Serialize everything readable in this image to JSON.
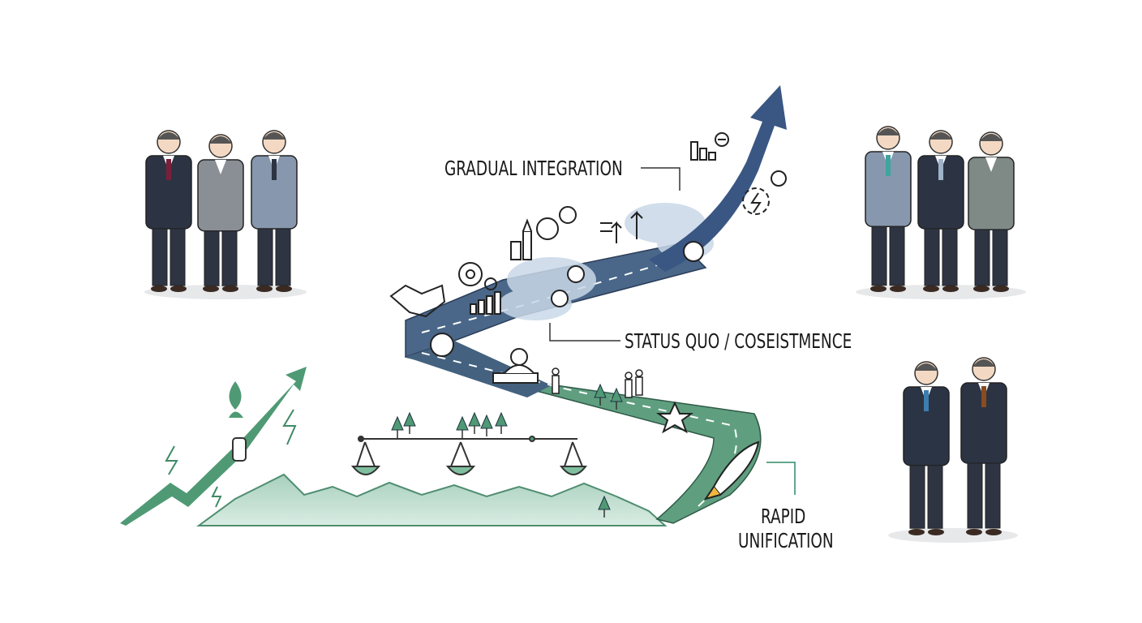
{
  "labels": {
    "gradual": "GRADUAL INTEGRATION",
    "status_quo": "STATUS QUO / COSEISTMENCE",
    "rapid_line1": "RAPID",
    "rapid_line2": "UNIFICATION"
  },
  "colors": {
    "road_blue": "#3f5a84",
    "road_green": "#5f9f80",
    "arrow_blue": "#3a5683",
    "accent_green": "#4f9a74",
    "mountain": "#b9dacb",
    "suit_dark": "#2c3444",
    "suit_grey": "#8a8f96",
    "suit_blue": "#8797ad"
  }
}
